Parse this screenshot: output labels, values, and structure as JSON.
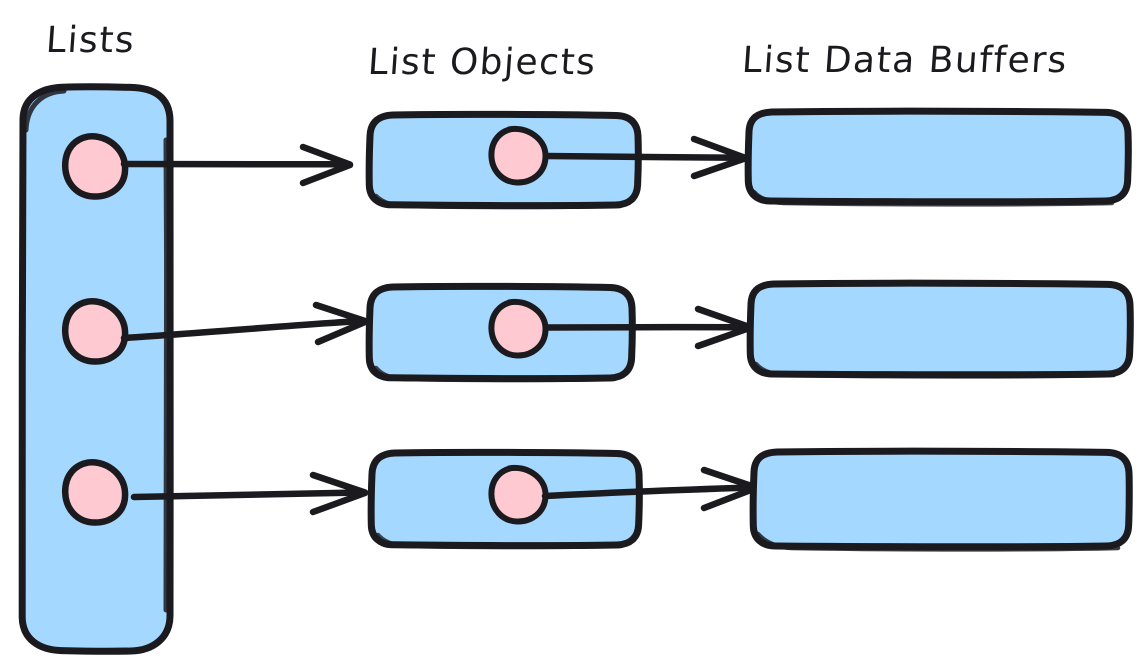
{
  "diagram": {
    "style": "hand-drawn sketch",
    "background": "#ffffff",
    "stroke_color": "#1b1b1f",
    "columns": [
      {
        "id": "lists",
        "title": "Lists"
      },
      {
        "id": "list-objects",
        "title": "List Objects"
      },
      {
        "id": "data-buffers",
        "title": "List Data Buffers"
      }
    ],
    "colors": {
      "container_fill": "#a5d8ff",
      "box_fill": "#a5d8ff",
      "pointer_fill": "#ffc9d2",
      "stroke": "#1b1b1f"
    },
    "lists_container": {
      "name": "lists-container",
      "shape": "rounded-rectangle",
      "fill": "#a5d8ff",
      "pointer_count": 3
    },
    "rows": [
      {
        "index": 1,
        "list_pointer": {
          "name": "list-pointer-1",
          "fill": "#ffc9d2",
          "shape": "circle"
        },
        "list_object": {
          "name": "list-object-1",
          "fill": "#a5d8ff",
          "shape": "rounded-rectangle"
        },
        "object_pointer": {
          "name": "object-pointer-1",
          "fill": "#ffc9d2",
          "shape": "circle"
        },
        "data_buffer": {
          "name": "data-buffer-1",
          "fill": "#a5d8ff",
          "shape": "rounded-rectangle"
        },
        "arrow_to_object": "list-pointer-1 -> list-object-1",
        "arrow_to_buffer": "object-pointer-1 -> data-buffer-1"
      },
      {
        "index": 2,
        "list_pointer": {
          "name": "list-pointer-2",
          "fill": "#ffc9d2",
          "shape": "circle"
        },
        "list_object": {
          "name": "list-object-2",
          "fill": "#a5d8ff",
          "shape": "rounded-rectangle"
        },
        "object_pointer": {
          "name": "object-pointer-2",
          "fill": "#ffc9d2",
          "shape": "circle"
        },
        "data_buffer": {
          "name": "data-buffer-2",
          "fill": "#a5d8ff",
          "shape": "rounded-rectangle"
        },
        "arrow_to_object": "list-pointer-2 -> list-object-2",
        "arrow_to_buffer": "object-pointer-2 -> data-buffer-2"
      },
      {
        "index": 3,
        "list_pointer": {
          "name": "list-pointer-3",
          "fill": "#ffc9d2",
          "shape": "circle"
        },
        "list_object": {
          "name": "list-object-3",
          "fill": "#a5d8ff",
          "shape": "rounded-rectangle"
        },
        "object_pointer": {
          "name": "object-pointer-3",
          "fill": "#ffc9d2",
          "shape": "circle"
        },
        "data_buffer": {
          "name": "data-buffer-3",
          "fill": "#a5d8ff",
          "shape": "rounded-rectangle"
        },
        "arrow_to_object": "list-pointer-3 -> list-object-3",
        "arrow_to_buffer": "object-pointer-3 -> data-buffer-3"
      }
    ]
  }
}
